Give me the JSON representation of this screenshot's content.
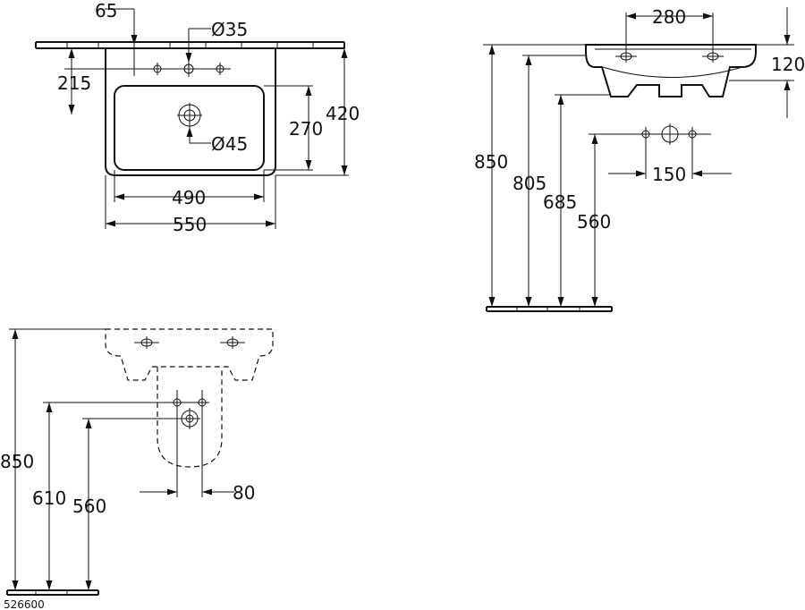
{
  "top_view": {
    "dim_tap_offset": "65",
    "dim_tap_hole": "Ø35",
    "dim_tap_height": "215",
    "dim_depth": "420",
    "dim_bowl_depth": "270",
    "dim_waste": "Ø45",
    "dim_bowl_width": "490",
    "dim_width": "550"
  },
  "side_view": {
    "dim_overflow_spacing": "280",
    "dim_rim": "120",
    "dim_height_rim": "850",
    "dim_height_bottom": "805",
    "dim_height_base": "685",
    "dim_height_waste": "560",
    "dim_supply_spacing": "150"
  },
  "front_view": {
    "dim_height_rim": "850",
    "dim_height_supply": "610",
    "dim_height_waste": "560",
    "dim_supply_spacing": "80"
  },
  "product_code": "526600"
}
